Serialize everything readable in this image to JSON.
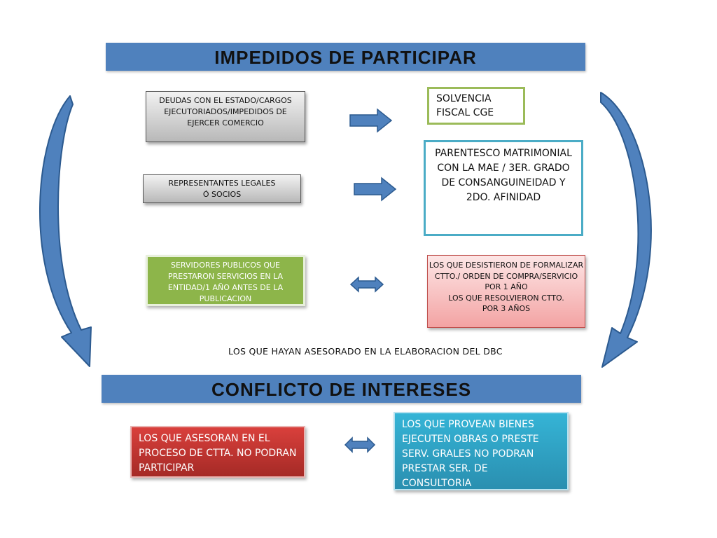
{
  "titles": {
    "top": "IMPEDIDOS DE PARTICIPAR",
    "bottom": "CONFLICTO DE INTERESES"
  },
  "left_boxes": [
    {
      "lines": [
        "DEUDAS CON EL ESTADO/CARGOS",
        "EJECUTORIADOS/IMPEDIDOS DE",
        "EJERCER COMERCIO"
      ]
    },
    {
      "lines": [
        "REPRESENTANTES LEGALES",
        "Ó SOCIOS"
      ]
    },
    {
      "lines": [
        "SERVIDORES PUBLICOS QUE",
        "PRESTARON SERVICIOS EN LA",
        "ENTIDAD/1 AÑO ANTES DE LA",
        "PUBLICACION"
      ]
    }
  ],
  "right_boxes": [
    {
      "lines": [
        "SOLVENCIA",
        "FISCAL CGE"
      ]
    },
    {
      "lines": [
        "PARENTESCO MATRIMONIAL",
        "CON LA MAE / 3ER. GRADO",
        "DE CONSANGUINEIDAD Y",
        "2DO. AFINIDAD"
      ]
    },
    {
      "lines": [
        "LOS QUE DESISTIERON DE FORMALIZAR",
        "CTTO./ ORDEN DE COMPRA/SERVICIO",
        "POR 1 AÑO",
        "LOS QUE RESOLVIERON CTTO.",
        "POR 3 AÑOS"
      ]
    }
  ],
  "note": "LOS QUE HAYAN ASESORADO EN LA ELABORACION DEL DBC",
  "conflict": {
    "left": {
      "lines": [
        "LOS QUE ASESORAN EN EL",
        "PROCESO DE CTTA. NO PODRAN",
        "PARTICIPAR"
      ]
    },
    "right": {
      "lines": [
        "LOS QUE PROVEAN BIENES",
        "EJECUTEN OBRAS O PRESTE",
        "SERV. GRALES NO PODRAN",
        "PRESTAR SER. DE CONSULTORIA"
      ]
    }
  },
  "colors": {
    "banner": "#4f81bd",
    "arrow": "#4f81bd",
    "green_box": "#8db54a",
    "red_box": "#c0392b",
    "cyan_box": "#31a9cc"
  },
  "icons": {
    "curved_arrows": "curved-down-arrow",
    "right_arrows": "arrow-right",
    "double_arrows": "arrow-left-right"
  }
}
